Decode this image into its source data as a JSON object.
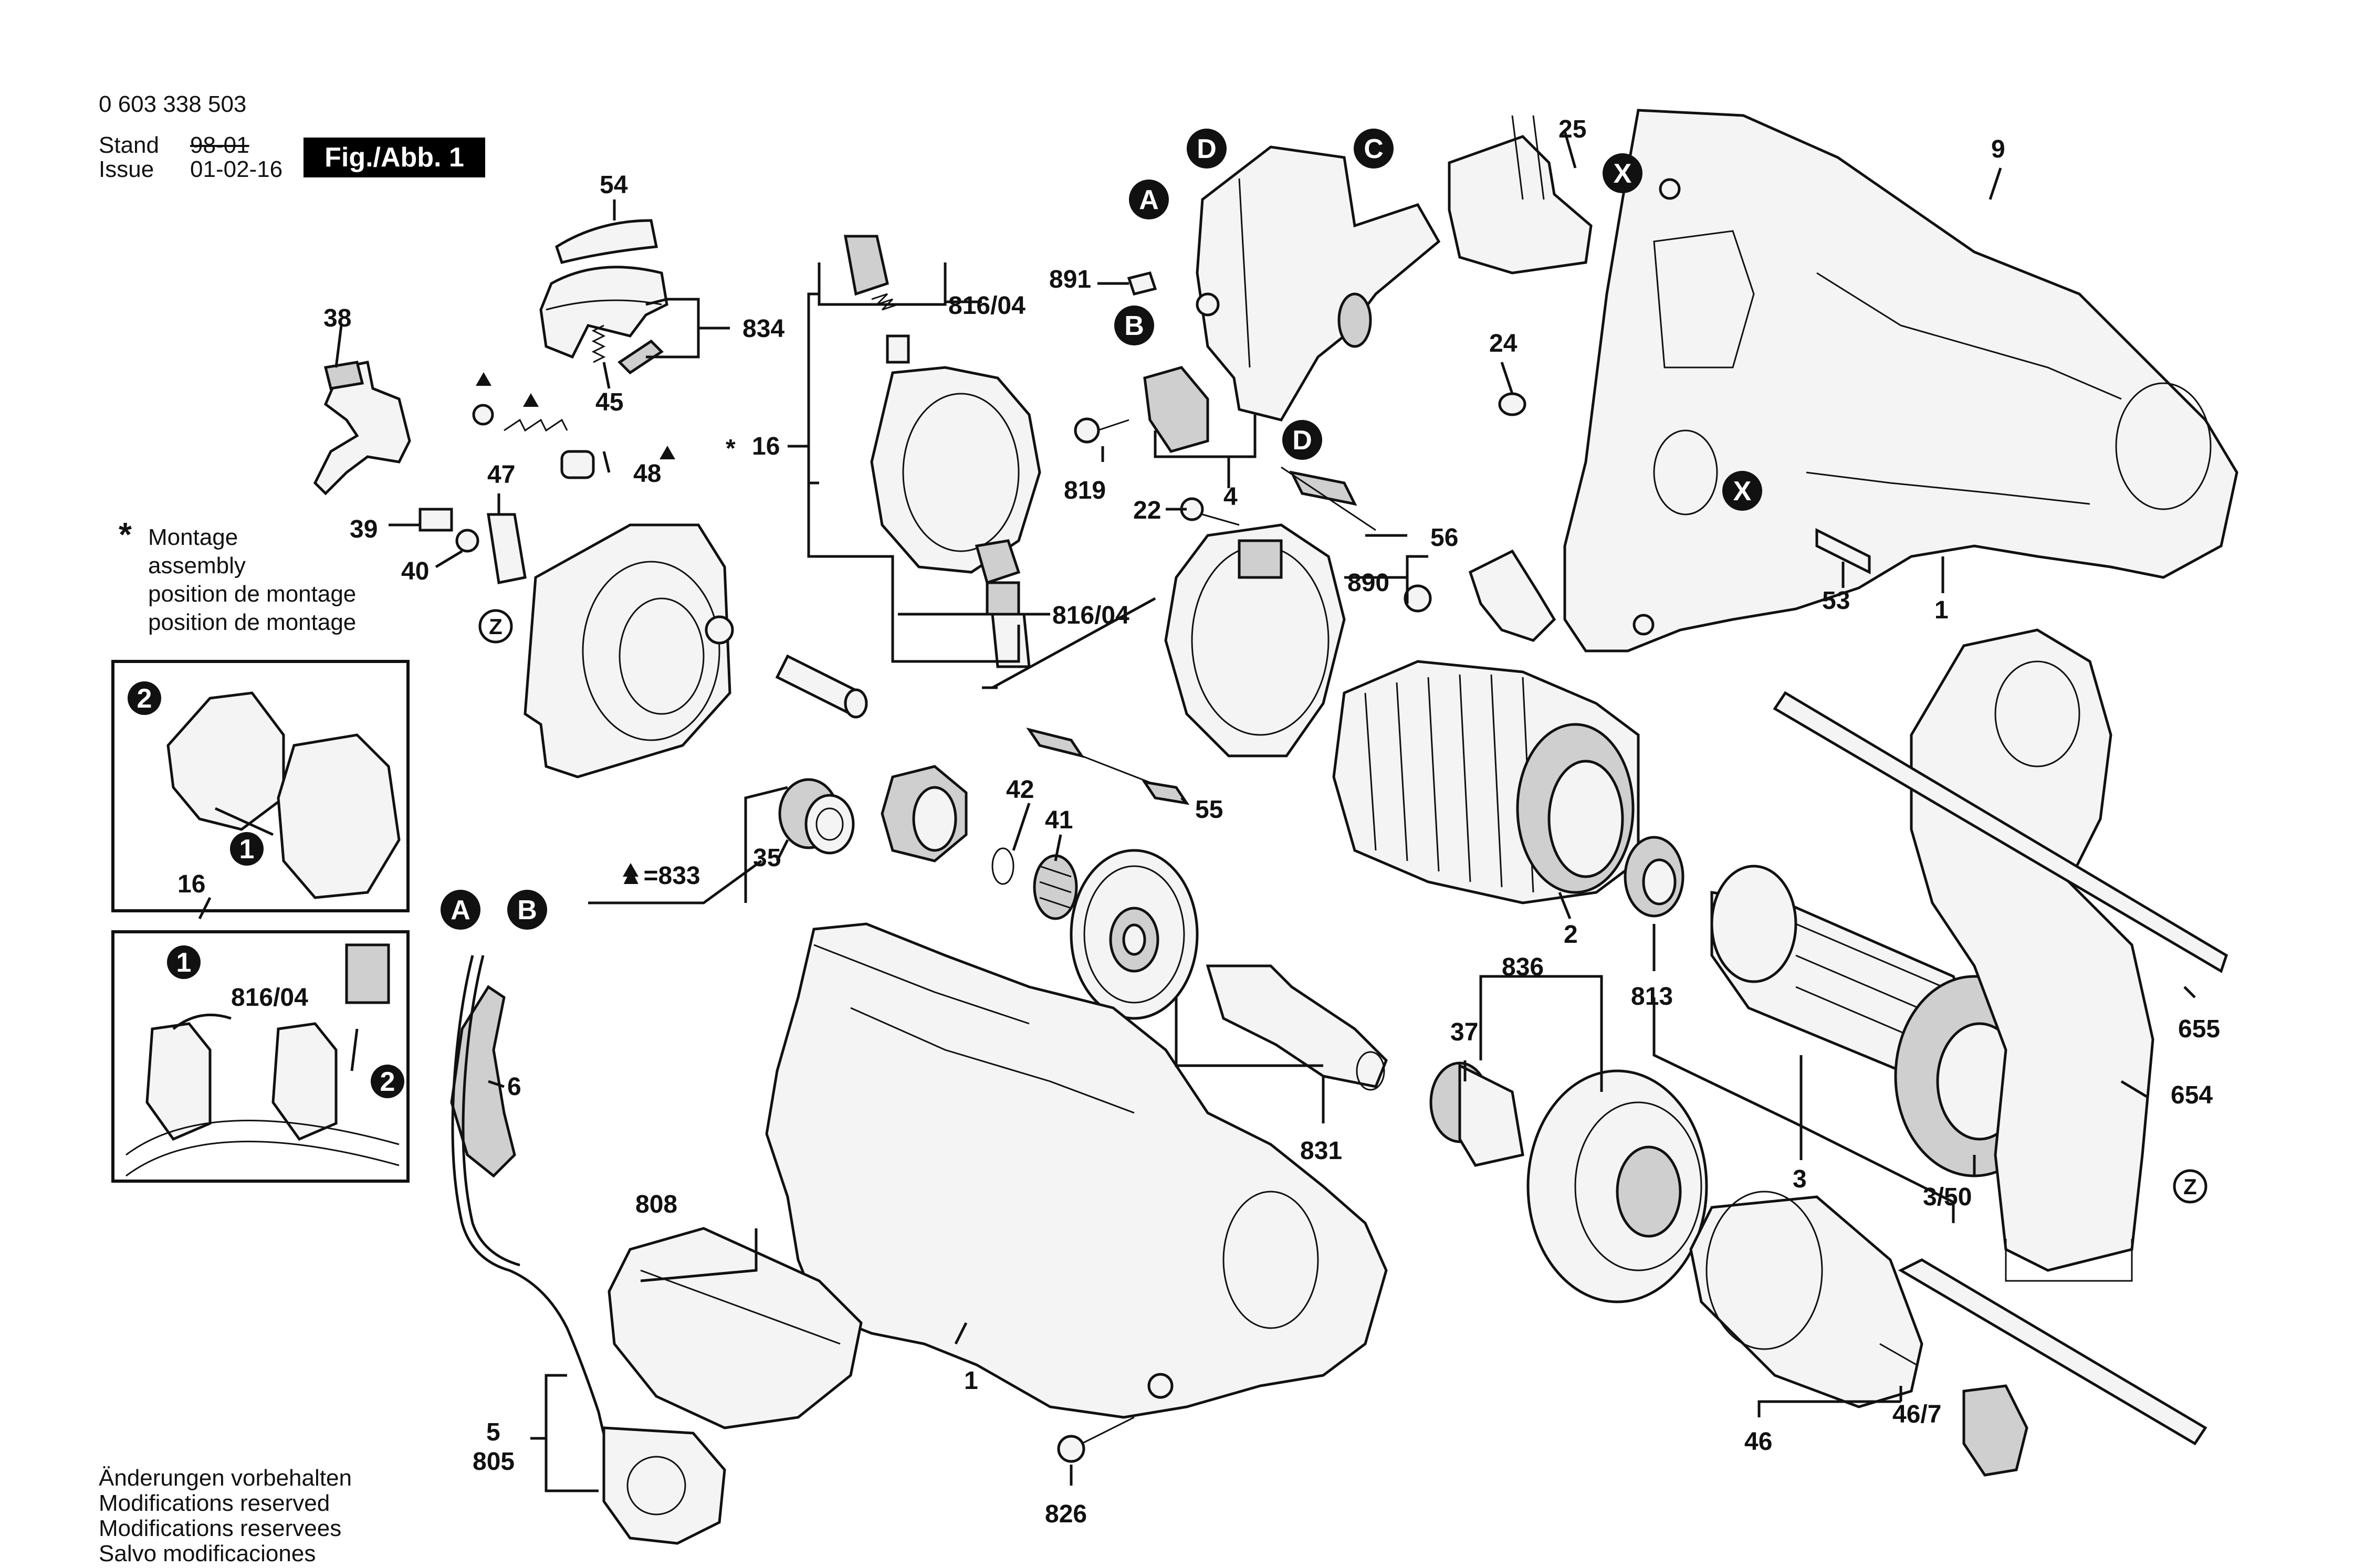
{
  "header": {
    "part_number": "0 603 338 503",
    "stand_label": "Stand",
    "stand_value": "98-01",
    "issue_label": "Issue",
    "issue_value": "01-02-16",
    "figure_label": "Fig./Abb. 1"
  },
  "footer": {
    "lines": [
      "Änderungen vorbehalten",
      "Modifications reserved",
      "Modifications reservees",
      "Salvo modificaciones"
    ]
  },
  "assembly_note": {
    "star": "*",
    "lines": [
      "Montage",
      "assembly",
      "position de montage",
      "position de montage"
    ]
  },
  "bracket_note": "▲=833",
  "callouts": {
    "c_0": "54",
    "c_1": "834",
    "c_2": "45",
    "c_3": "38",
    "c_4": "48",
    "c_5": "47",
    "c_6": "39",
    "c_7": "40",
    "c_8": "816/04",
    "c_9": "16",
    "c_10": "816/04",
    "c_11": "891",
    "c_12": "819",
    "c_13": "4",
    "c_14": "22",
    "c_15": "56",
    "c_16": "890",
    "c_17": "25",
    "c_18": "9",
    "c_19": "24",
    "c_20": "53",
    "c_21": "1",
    "c_22": "35",
    "c_23": "42",
    "c_24": "41",
    "c_25": "55",
    "c_26": "2",
    "c_27": "813",
    "c_28": "836",
    "c_29": "37",
    "c_30": "831",
    "c_31": "3",
    "c_32": "3/50",
    "c_33": "655",
    "c_34": "654",
    "c_35": "6",
    "c_36": "808",
    "c_37": "1",
    "c_38": "5",
    "c_39": "805",
    "c_40": "826",
    "c_41": "46",
    "c_42": "46/7",
    "c_43": "816/04",
    "c_44": "16"
  },
  "markers": {
    "A": "A",
    "B": "B",
    "C": "C",
    "D": "D",
    "X": "X",
    "Z": "Z",
    "step1": "1",
    "step2": "2"
  }
}
